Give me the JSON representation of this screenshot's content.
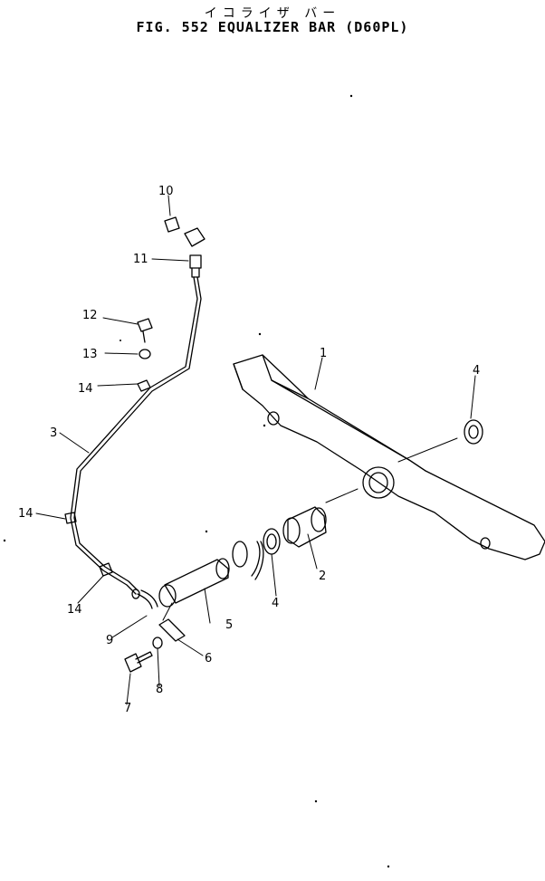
{
  "header": {
    "title_jp": "イコライザ バー",
    "title_en": "FIG. 552  EQUALIZER BAR (D60PL)"
  },
  "callouts": [
    "1",
    "2",
    "3",
    "4",
    "4",
    "5",
    "6",
    "7",
    "8",
    "9",
    "10",
    "11",
    "12",
    "13",
    "14",
    "14",
    "14"
  ]
}
